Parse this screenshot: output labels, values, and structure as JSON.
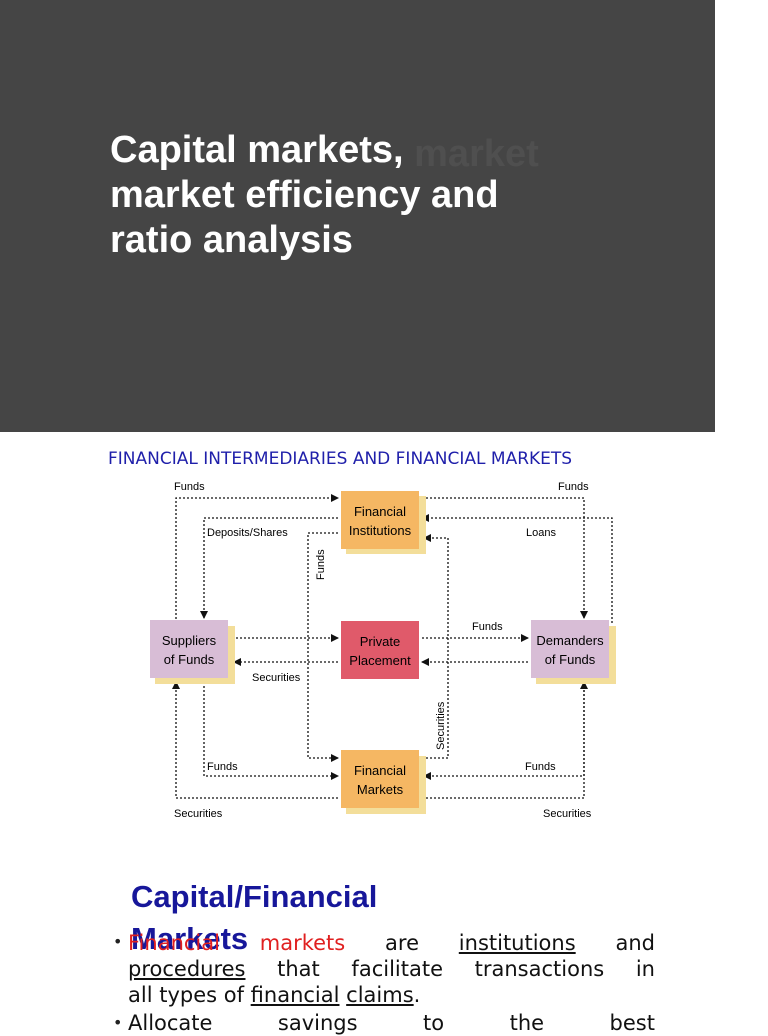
{
  "slide_title": {
    "line1": "Capital markets,",
    "ghost_word": "market",
    "line2": "market efficiency and",
    "line3": "ratio analysis"
  },
  "diagram": {
    "caption": "FINANCIAL INTERMEDIARIES AND FINANCIAL MARKETS",
    "boxes": {
      "fi_l1": "Financial",
      "fi_l2": "Institutions",
      "pp_l1": "Private",
      "pp_l2": "Placement",
      "fm_l1": "Financial",
      "fm_l2": "Markets",
      "sup_l1": "Suppliers",
      "sup_l2": "of Funds",
      "dem_l1": "Demanders",
      "dem_l2": "of Funds"
    },
    "labels": {
      "funds_top_left": "Funds",
      "funds_top_right": "Funds",
      "deposits": "Deposits/Shares",
      "loans": "Loans",
      "funds_vertical": "Funds",
      "funds_middle": "Funds",
      "securities_middle": "Securities",
      "securities_vertical": "Securities",
      "funds_bottom_left": "Funds",
      "funds_bottom_right": "Funds",
      "securities_bottom_left": "Securities",
      "securities_bottom_right": "Securities"
    },
    "colors": {
      "institution_box": "#f5b763",
      "placement_box": "#e05a6a",
      "party_box": "#d8bdd6",
      "shadow": "#f3de9a"
    }
  },
  "section": {
    "heading_l1": "Capital/Financial",
    "heading_l2": "Markets",
    "bullet1": {
      "w1": "Financial",
      "w2": "markets",
      "w3": "are",
      "w4": "institutions",
      "w5": "and",
      "w6": "procedures",
      "w7": "that facilitate transactions in",
      "w8": "all types of",
      "w9": "financial",
      "w10": "claims",
      "w11": "."
    },
    "bullet2": {
      "w1": "Allocate",
      "w2": "savings",
      "w3": "to",
      "w4": "the",
      "w5": "best"
    }
  }
}
